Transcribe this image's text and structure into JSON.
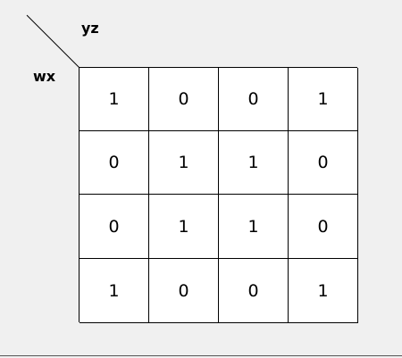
{
  "diagram": {
    "column_variables": "yz",
    "row_variables": "wx",
    "cells": [
      [
        "1",
        "0",
        "0",
        "1"
      ],
      [
        "0",
        "1",
        "1",
        "0"
      ],
      [
        "0",
        "1",
        "1",
        "0"
      ],
      [
        "1",
        "0",
        "0",
        "1"
      ]
    ]
  }
}
